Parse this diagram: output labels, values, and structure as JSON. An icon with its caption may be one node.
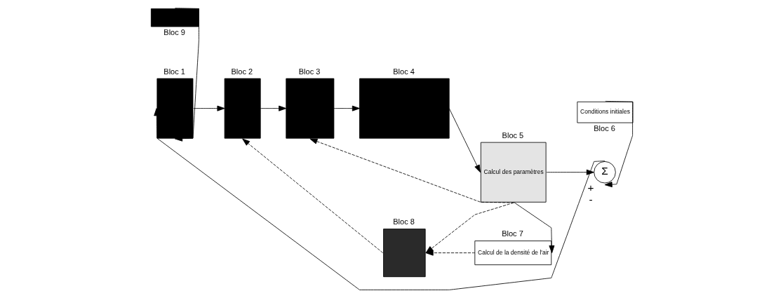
{
  "diagram": {
    "nodes": [
      {
        "text": [
          "Bloc 1"
        ]
      },
      {
        "text": [
          "Bloc 2"
        ]
      },
      {
        "text": [
          "Bloc 3"
        ]
      },
      {
        "text": [
          "Bloc 4"
        ]
      },
      {
        "text": [
          "Bloc 5",
          "Calcul des paramètres"
        ]
      },
      {
        "text": [
          "Σ"
        ],
        "beside": [
          "+",
          "-"
        ]
      },
      {
        "text": [
          "Bloc 9"
        ]
      },
      {
        "text": [
          "Bloc 7",
          "Calcul de la densité de l'air"
        ]
      },
      {
        "text": [
          "Bloc 8"
        ]
      },
      {
        "text": [
          "Conditions initiales",
          "Bloc 6"
        ]
      }
    ],
    "edges": [
      {
        "from": 5,
        "to": 0,
        "arrow": "to"
      },
      {
        "from": 0,
        "to": 1,
        "arrow": "to"
      },
      {
        "from": 1,
        "to": 2,
        "arrow": "to"
      },
      {
        "from": 2,
        "to": 3,
        "arrow": "to"
      },
      {
        "from": 3,
        "to": 4,
        "arrow": "to"
      },
      {
        "from": 4,
        "to": 5,
        "arrow": "to"
      },
      {
        "from": 6,
        "to": 0,
        "arrow": "to"
      },
      {
        "from": 9,
        "to": 5,
        "arrow": "to"
      },
      {
        "from": 4,
        "to": 2,
        "arrow": "to",
        "style": "dashed"
      },
      {
        "from": 4,
        "to": 7,
        "arrow": "to"
      },
      {
        "from": 7,
        "to": 8,
        "arrow": "to",
        "style": "dashed"
      },
      {
        "from": 4,
        "to": 8,
        "arrow": "to",
        "style": "dashed"
      },
      {
        "from": 8,
        "to": 1,
        "arrow": "to",
        "style": "dashed"
      }
    ]
  }
}
